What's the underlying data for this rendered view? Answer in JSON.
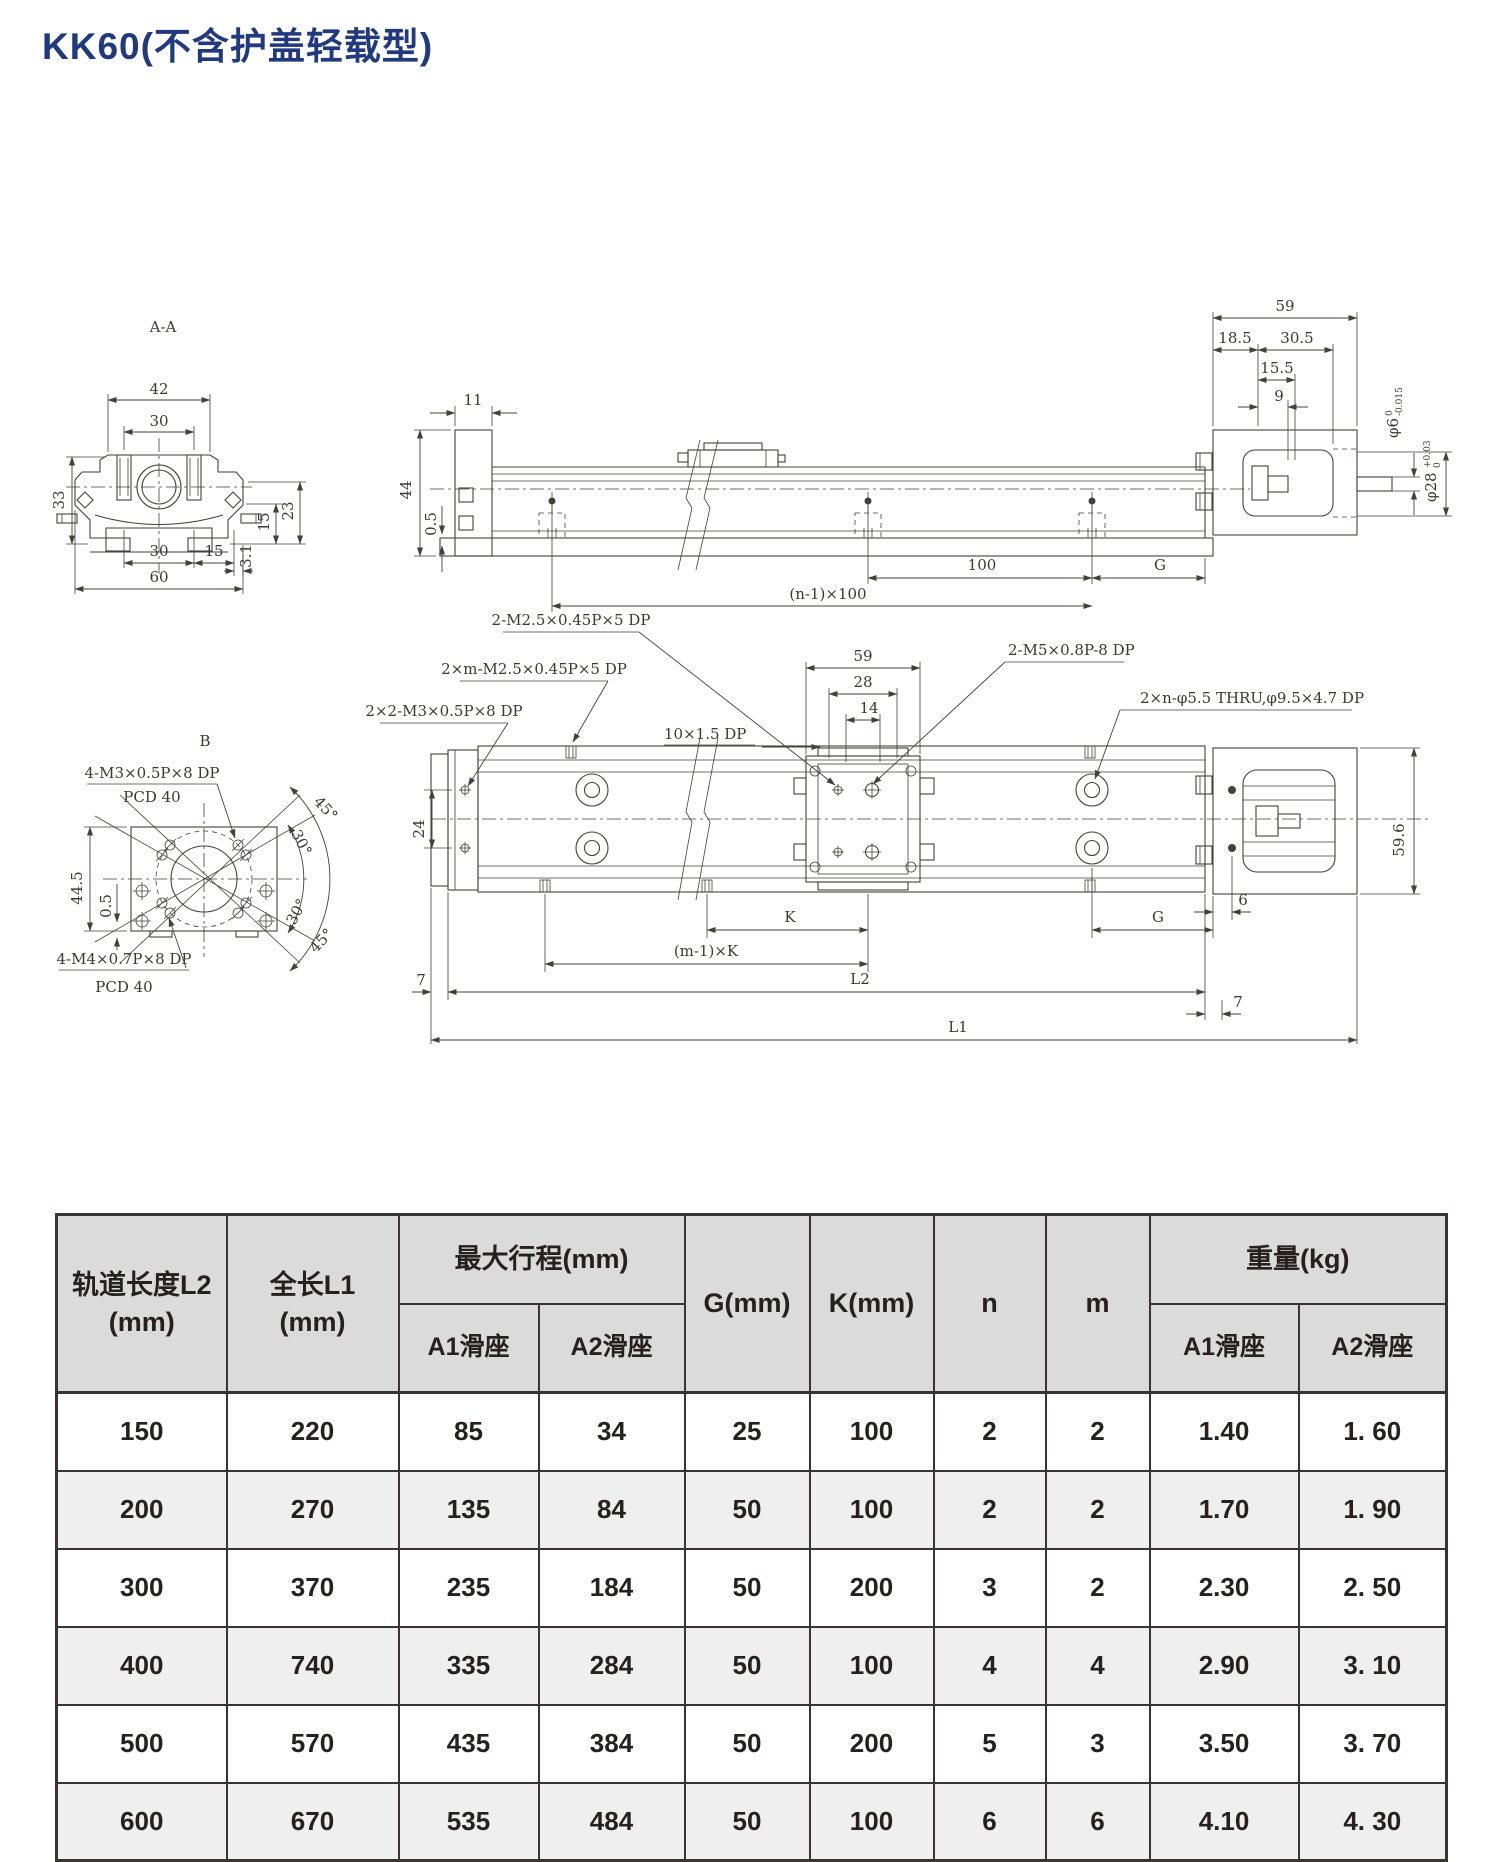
{
  "page": {
    "title": "KK60(不含护盖轻载型)",
    "accent_color": "#20397f",
    "table_border_color": "#3c3434",
    "header_bg": "#dbdbdb",
    "row_alt_bg": "#efefef"
  },
  "drawings": {
    "section": {
      "label": "A-A",
      "top42": "42",
      "top30": "30",
      "left33": "33",
      "r15": "15",
      "r23": "23",
      "b30": "30",
      "b15": "15",
      "b31": "3.1",
      "b60": "60"
    },
    "side": {
      "d11": "11",
      "d44": "44",
      "d05": "0.5",
      "d100": "100",
      "dg": "G",
      "dn": "(n-1)×100",
      "d59": "59",
      "d185": "18.5",
      "d305": "30.5",
      "d155": "15.5",
      "d9": "9",
      "phi6": "φ6",
      "phi6_up": "0",
      "phi6_dn": "-0.015",
      "phi28": "φ28",
      "phi28_up": "+0.03",
      "phi28_dn": "0"
    },
    "bview": {
      "label": "B",
      "m3": "4-M3×0.5P×8 DP",
      "m3_pcd": "PCD 40",
      "m4": "4-M4×0.7P×8 DP",
      "m4_pcd": "PCD 40",
      "d445": "44.5",
      "d05": "0.5",
      "a45t": "45°",
      "a30t": "30°",
      "a30b": "30°",
      "a45b": "45°"
    },
    "plan": {
      "c1": "2-M2.5×0.45P×5 DP",
      "c2": "2×m-M2.5×0.45P×5 DP",
      "c3": "2×2-M3×0.5P×8 DP",
      "c4": "10×1.5 DP",
      "c5": "2-M5×0.8P-8 DP",
      "c6": "2×n-φ5.5 THRU,φ9.5×4.7 DP",
      "d59": "59",
      "d28": "28",
      "d14": "14",
      "d24": "24",
      "dk": "K",
      "dg": "G",
      "d6": "6",
      "dmk": "(m-1)×K",
      "dl2": "L2",
      "dl1": "L1",
      "d7l": "7",
      "d7r": "7",
      "d596": "59.6"
    }
  },
  "table": {
    "header": {
      "col_l2": "轨道长度L2",
      "col_l2_unit": "(mm)",
      "col_l1": "全长L1",
      "col_l1_unit": "(mm)",
      "stroke_group": "最大行程(mm)",
      "a1": "A1滑座",
      "a2": "A2滑座",
      "g": "G(mm)",
      "k": "K(mm)",
      "n": "n",
      "m": "m",
      "weight_group": "重量(kg)",
      "w_a1": "A1滑座",
      "w_a2": "A2滑座"
    },
    "rows": [
      [
        "150",
        "220",
        "85",
        "34",
        "25",
        "100",
        "2",
        "2",
        "1.40",
        "1. 60"
      ],
      [
        "200",
        "270",
        "135",
        "84",
        "50",
        "100",
        "2",
        "2",
        "1.70",
        "1. 90"
      ],
      [
        "300",
        "370",
        "235",
        "184",
        "50",
        "200",
        "3",
        "2",
        "2.30",
        "2. 50"
      ],
      [
        "400",
        "740",
        "335",
        "284",
        "50",
        "100",
        "4",
        "4",
        "2.90",
        "3. 10"
      ],
      [
        "500",
        "570",
        "435",
        "384",
        "50",
        "200",
        "5",
        "3",
        "3.50",
        "3. 70"
      ],
      [
        "600",
        "670",
        "535",
        "484",
        "50",
        "100",
        "6",
        "6",
        "4.10",
        "4. 30"
      ]
    ]
  }
}
